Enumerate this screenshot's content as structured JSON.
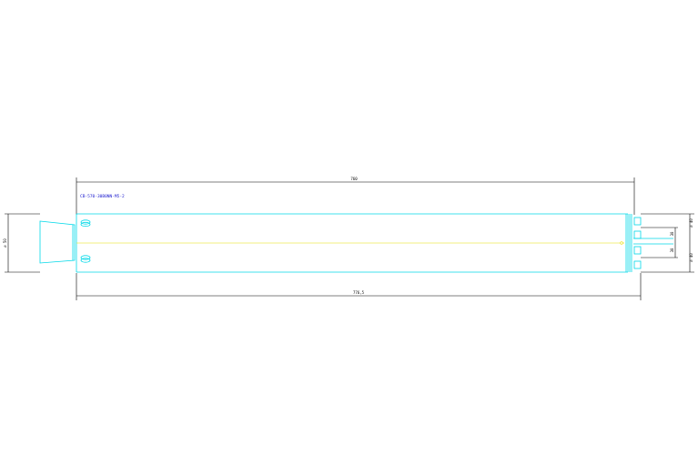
{
  "drawing": {
    "part_label": "CB-570-30B0NN-M5-2",
    "dimensions": {
      "overall_length": "760",
      "body_length": "776,5",
      "left_diameter": "⌀ 50",
      "right_diameter_top": "⌀ 40",
      "right_diameter_bottom": "⌀ 40",
      "right_inner_top": "30",
      "right_inner_bottom": "30"
    },
    "colors": {
      "outline": "#00d8e8",
      "centerline": "#e8e000",
      "dimension": "#000000",
      "label": "#2020d0"
    }
  }
}
